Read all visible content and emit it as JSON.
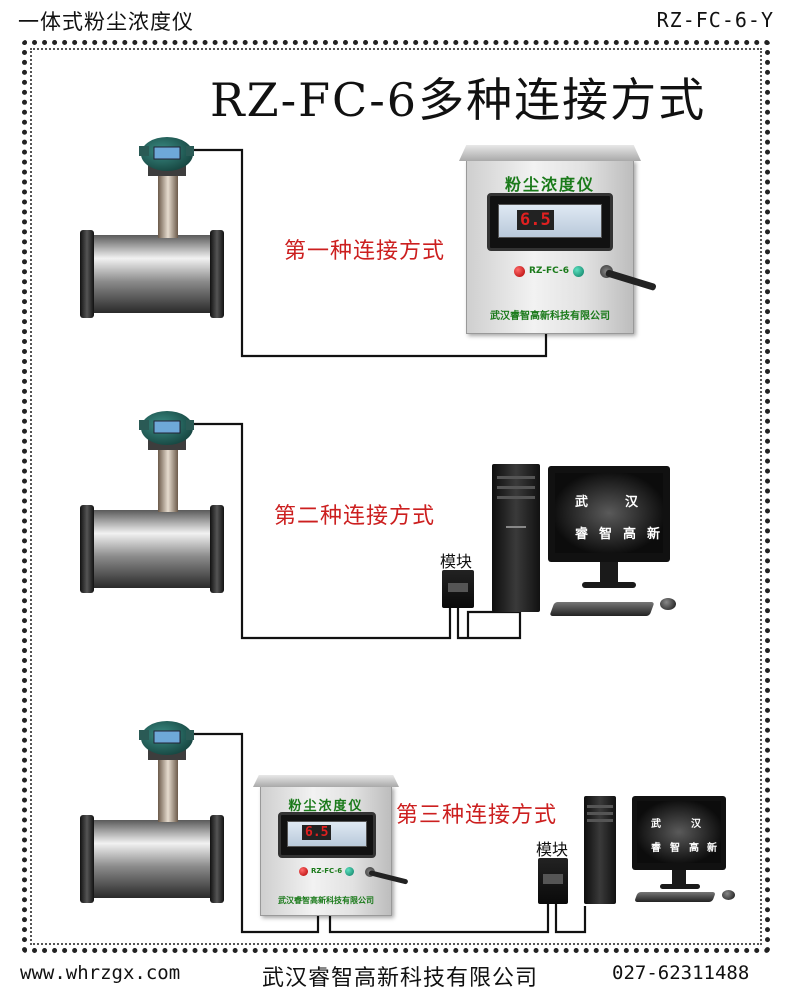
{
  "header": {
    "left": "一体式粉尘浓度仪",
    "right": "RZ-FC-6-Y"
  },
  "title": "RZ-FC-6多种连接方式",
  "methods": {
    "first": "第一种连接方式",
    "second": "第二种连接方式",
    "third": "第三种连接方式"
  },
  "module_label": "模块",
  "cabinet": {
    "title": "粉尘浓度仪",
    "display_value": "6.5",
    "model": "RZ-FC-6",
    "company": "武汉睿智高新科技有限公司"
  },
  "monitor_text": [
    "武",
    "汉",
    "睿",
    "智",
    "高",
    "新"
  ],
  "footer": {
    "website": "www.whrzgx.com",
    "company": "武汉睿智高新科技有限公司",
    "phone": "027-62311488"
  },
  "colors": {
    "wire": "#111111",
    "label": "#cc1f1f",
    "cabinet_text": "#1a7a1a",
    "sensor_head": "#2d6d66"
  }
}
